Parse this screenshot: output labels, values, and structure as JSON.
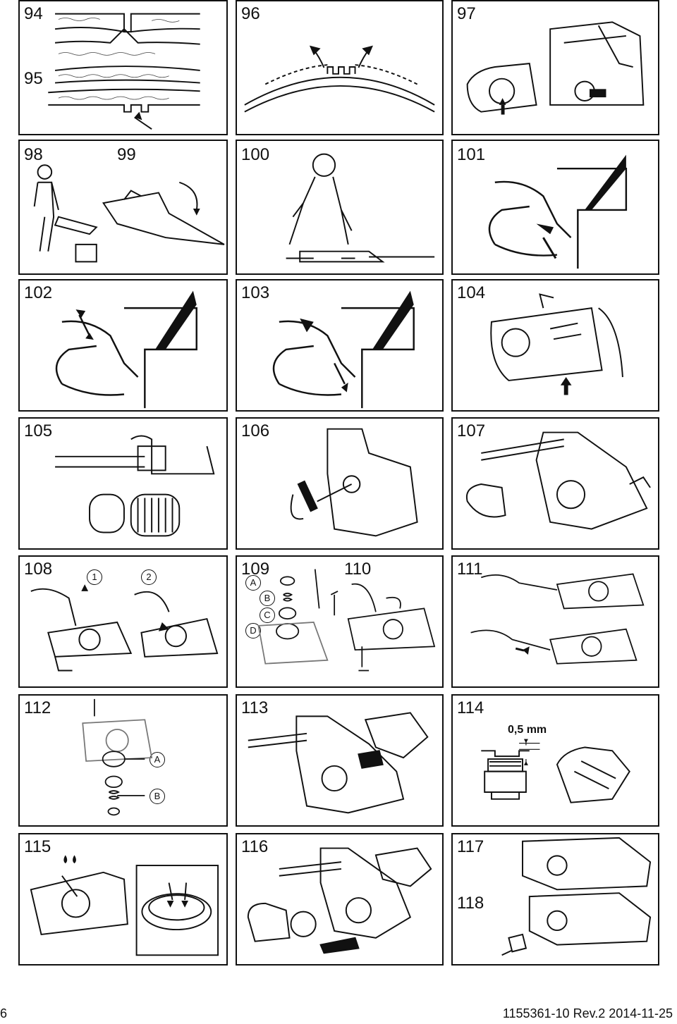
{
  "panels": {
    "p94": "94",
    "p95": "95",
    "p96": "96",
    "p97": "97",
    "p98": "98",
    "p99": "99",
    "p100": "100",
    "p101": "101",
    "p102": "102",
    "p103": "103",
    "p104": "104",
    "p105": "105",
    "p106": "106",
    "p107": "107",
    "p108": "108",
    "p109": "109",
    "p110": "110",
    "p111": "111",
    "p112": "112",
    "p113": "113",
    "p114": "114",
    "p115": "115",
    "p116": "116",
    "p117": "117",
    "p118": "118"
  },
  "callouts": {
    "c1": "1",
    "c2": "2",
    "A": "A",
    "B": "B",
    "C": "C",
    "D": "D",
    "A112": "A",
    "B112": "B",
    "gap": "0,5 mm"
  },
  "footer": {
    "page_number": "6",
    "doc_code": "1155361-10 Rev.2 2014-11-25"
  }
}
